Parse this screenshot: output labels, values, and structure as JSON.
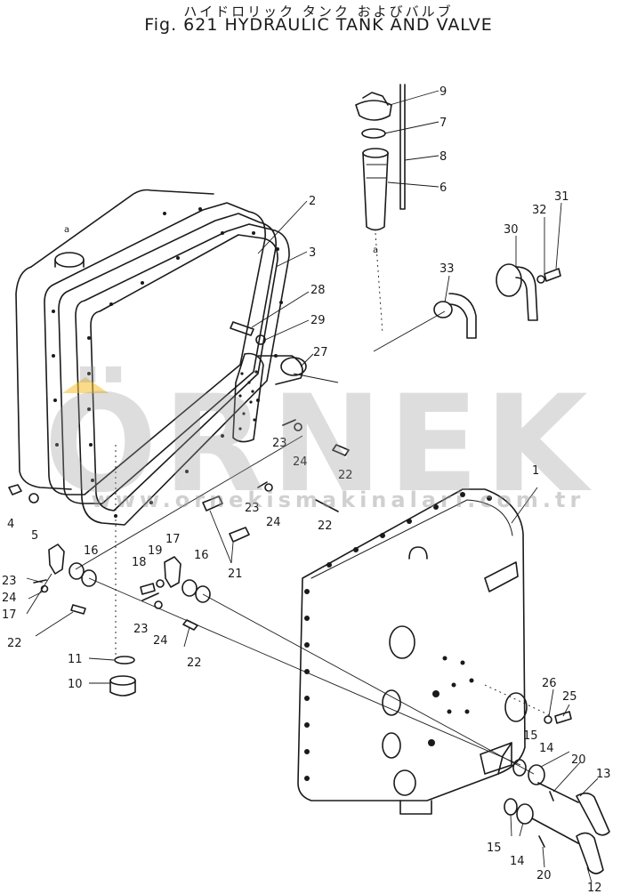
{
  "header": {
    "title_jp": "ハイドロリック タンク およびバルブ",
    "title_en": "Fig. 621 HYDRAULIC TANK AND VALVE"
  },
  "watermark": {
    "brand": "ÖRNEK",
    "url": "www.ornekismakinalari.com.tr",
    "color": "#9a9a9a",
    "accent_color": "#f5be28"
  },
  "callouts": {
    "c1": "1",
    "c2": "2",
    "c3": "3",
    "c4": "4",
    "c5": "5",
    "c6": "6",
    "c7": "7",
    "c8": "8",
    "c9": "9",
    "c10": "10",
    "c11": "11",
    "c12": "12",
    "c13": "13",
    "c14a": "14",
    "c14b": "14",
    "c15a": "15",
    "c15b": "15",
    "c16a": "16",
    "c16b": "16",
    "c17a": "17",
    "c17b": "17",
    "c18": "18",
    "c19": "19",
    "c20a": "20",
    "c20b": "20",
    "c21": "21",
    "c22a": "22",
    "c22b": "22",
    "c22c": "22",
    "c22d": "22",
    "c23a": "23",
    "c23b": "23",
    "c23c": "23",
    "c23d": "23",
    "c24a": "24",
    "c24b": "24",
    "c24c": "24",
    "c24d": "24",
    "c25": "25",
    "c26": "26",
    "c27": "27",
    "c28": "28",
    "c29": "29",
    "c30": "30",
    "c31": "31",
    "c32": "32",
    "c33": "33",
    "ref_a1": "a",
    "ref_a2": "a"
  }
}
